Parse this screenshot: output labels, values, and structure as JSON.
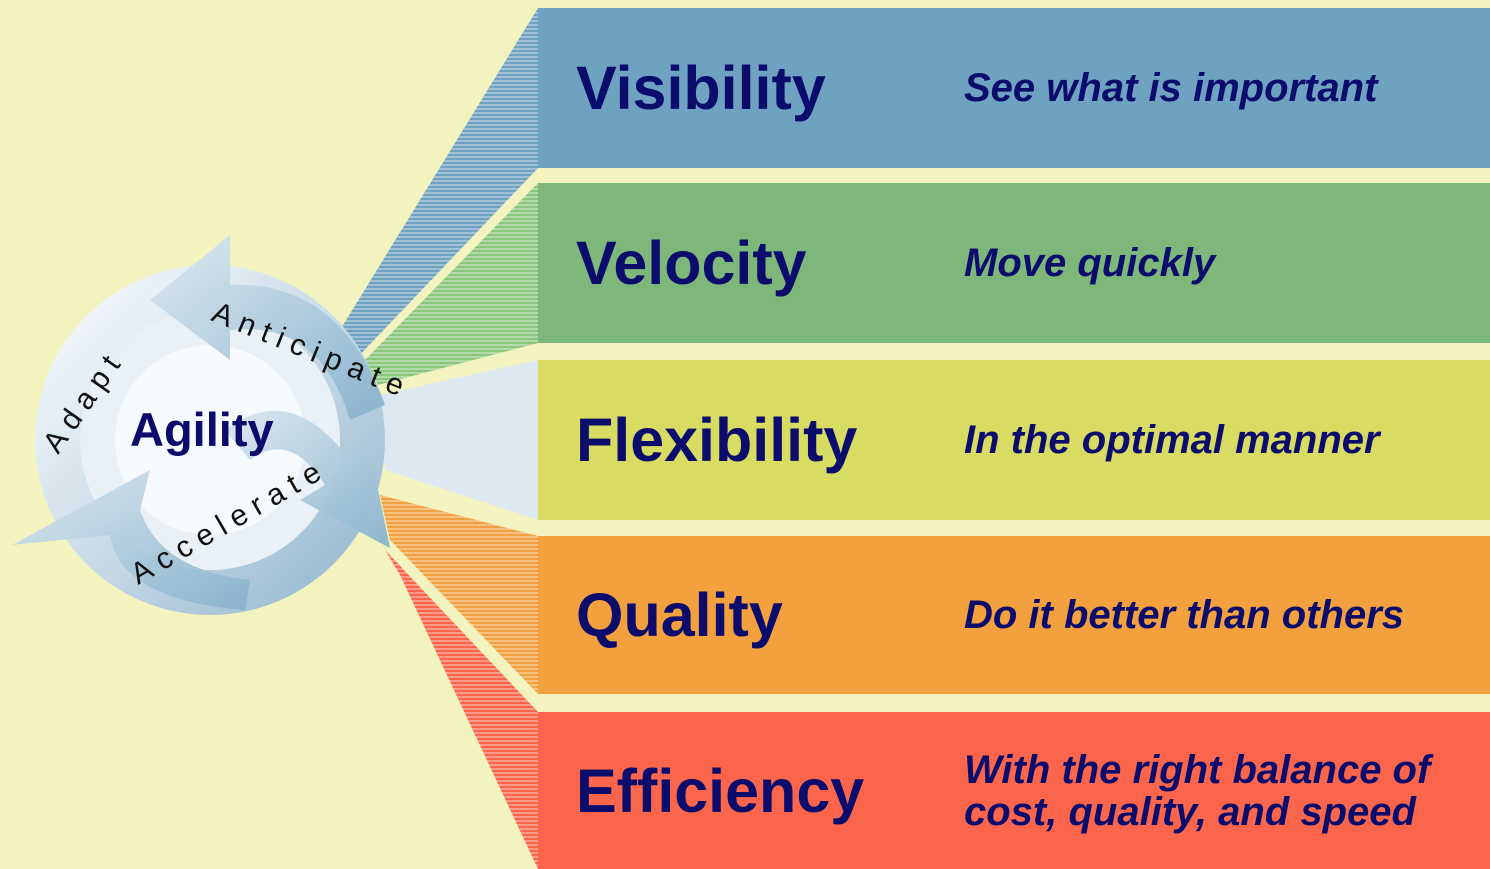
{
  "center_label": "Agility",
  "cycle_labels": {
    "anticipate": "Anticipate",
    "adapt": "Adapt",
    "accelerate": "Accelerate"
  },
  "bands": [
    {
      "title": "Visibility",
      "desc": "See what is important",
      "color": "#6ea2c0"
    },
    {
      "title": "Velocity",
      "desc": "Move quickly",
      "color": "#7db87a"
    },
    {
      "title": "Flexibility",
      "desc": "In the optimal manner",
      "color": "#d8dc62"
    },
    {
      "title": "Quality",
      "desc": "Do it better than others",
      "color": "#f3a03e"
    },
    {
      "title": "Efficiency",
      "desc": "With the right balance of cost, quality, and speed",
      "color": "#fa654c"
    }
  ]
}
